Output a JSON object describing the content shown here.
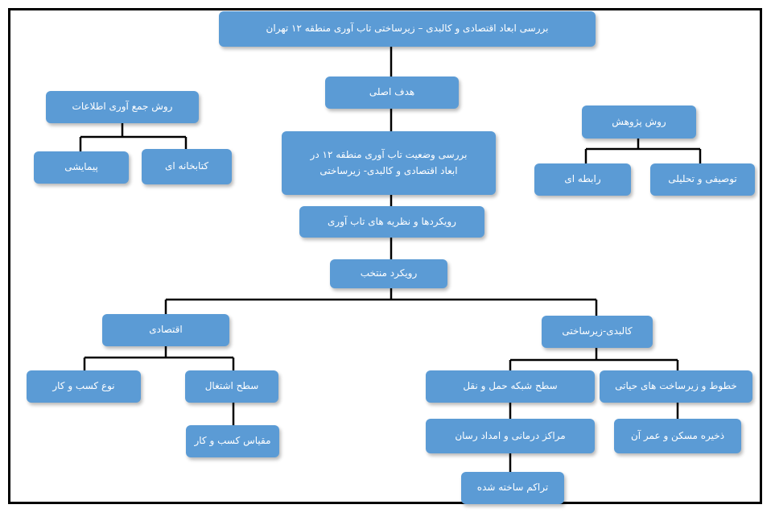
{
  "diagram": {
    "title": "بررسی ابعاد اقتصادی و کالبدی – زیرساختی تاب آوری منطقه ۱۲ تهران",
    "main_goal": "هدف اصلی",
    "main_goal_desc": "بررسی وضعیت تاب آوری منطقه ۱۲ در\nابعاد اقتصادی و کالبدی- زیرساختی",
    "approaches": "رویکردها و نظریه های تاب آوری",
    "selected_approach": "رویکرد منتخب",
    "data_collection": {
      "title": "روش جمع آوری اطلاعات",
      "library": "کتابخانه ای",
      "survey": "پیمایشی"
    },
    "research_method": {
      "title": "روش پژوهش",
      "descriptive": "توصیفی و تحلیلی",
      "correlational": "رابطه ای"
    },
    "economic": {
      "title": "اقتصادی",
      "business_type": "نوع کسب و کار",
      "employment_level": "سطح اشتغال",
      "business_scale": "مقیاس کسب و کار"
    },
    "physical": {
      "title": "کالبدی-زیرساختی",
      "transport": "سطح شبکه حمل و نقل",
      "health_centers": "مراکز درمانی و امداد رسان",
      "built_density": "تراکم ساخته شده",
      "vital_lines": "خطوط و زیرساخت های حیاتی",
      "housing_stock": "ذخیره مسکن و عمر آن"
    }
  }
}
